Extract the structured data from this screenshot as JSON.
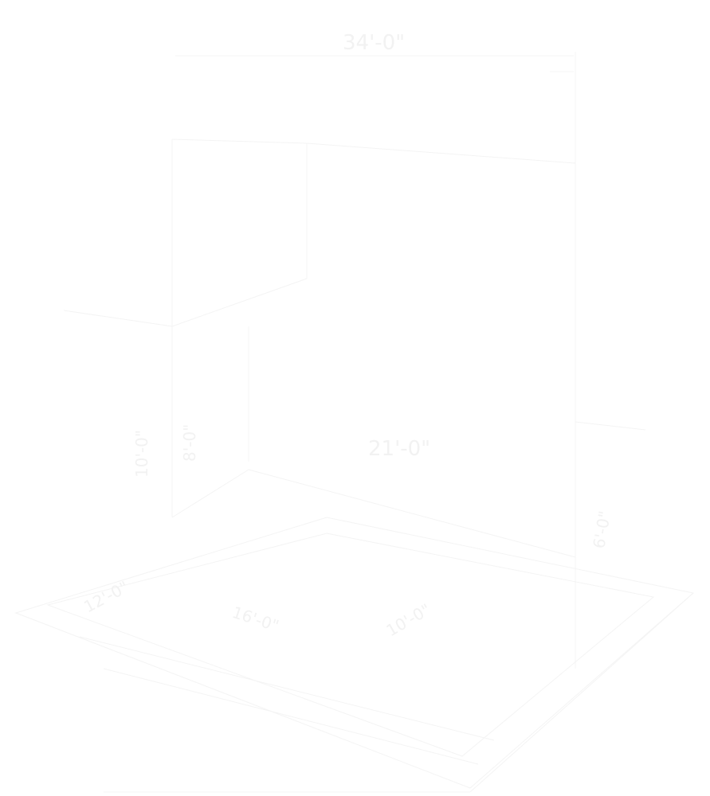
{
  "diagram": {
    "type": "isometric line drawing",
    "line_color": "#f4f4f4",
    "background": "#ffffff",
    "labels": {
      "top_dimension": "34'-0\"",
      "center_dimension": "21'-0\"",
      "left_vertical_a": "10'-0\"",
      "left_vertical_b": "8'-0\"",
      "right_vertical": "6'-0\"",
      "floor_left": "12'-0\"",
      "floor_center": "16'-0\"",
      "floor_right": "10'-0\""
    }
  }
}
